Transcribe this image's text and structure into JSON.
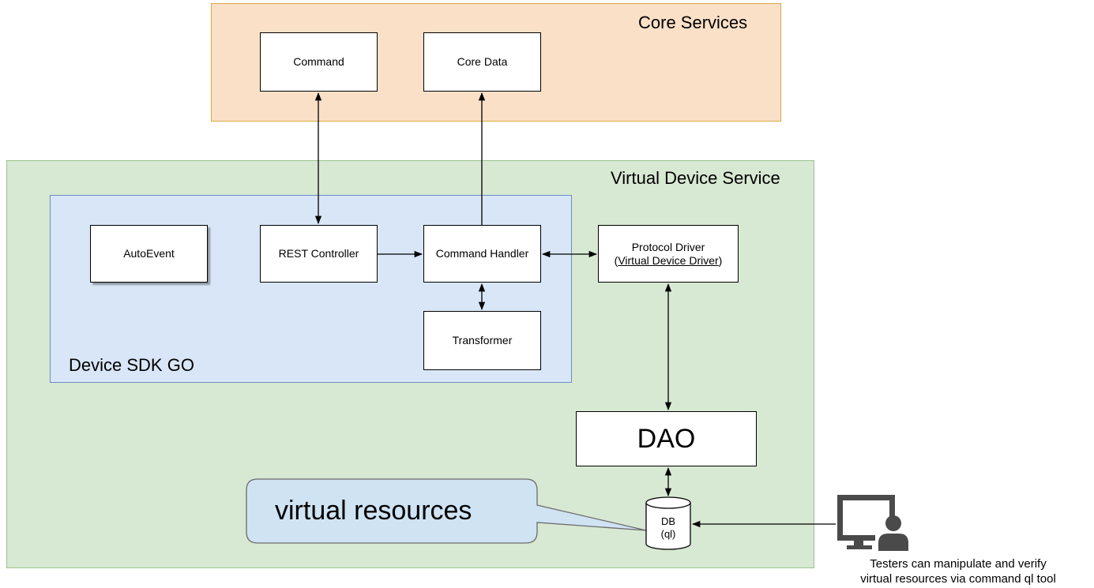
{
  "regions": {
    "core_services": "Core Services",
    "virtual_device_service": "Virtual Device Service",
    "device_sdk": "Device SDK GO"
  },
  "components": {
    "command": "Command",
    "core_data": "Core Data",
    "auto_event": "AutoEvent",
    "rest_controller": "REST Controller",
    "command_handler": "Command Handler",
    "transformer": "Transformer",
    "protocol_driver_line1": "Protocol Driver",
    "protocol_driver_line2_open": "(",
    "protocol_driver_line2_link": "Virtual Device Driver",
    "protocol_driver_line2_close": ")",
    "dao": "DAO",
    "db_line1": "DB",
    "db_line2": "(ql)"
  },
  "callout": "virtual resources",
  "tester": {
    "icon": "tester-computer-icon",
    "caption_line1": "Testers can manipulate and verify",
    "caption_line2": "virtual resources via command ql tool"
  },
  "colors": {
    "core_fill": "#fbe0c8",
    "core_border": "#d9a848",
    "vds_fill": "#d7e8d3",
    "vds_border": "#9cc28e",
    "sdk_fill": "#d8e6f7",
    "sdk_border": "#6c8ebf",
    "callout_fill": "#cfe3f3",
    "icon": "#4a4a4a"
  }
}
